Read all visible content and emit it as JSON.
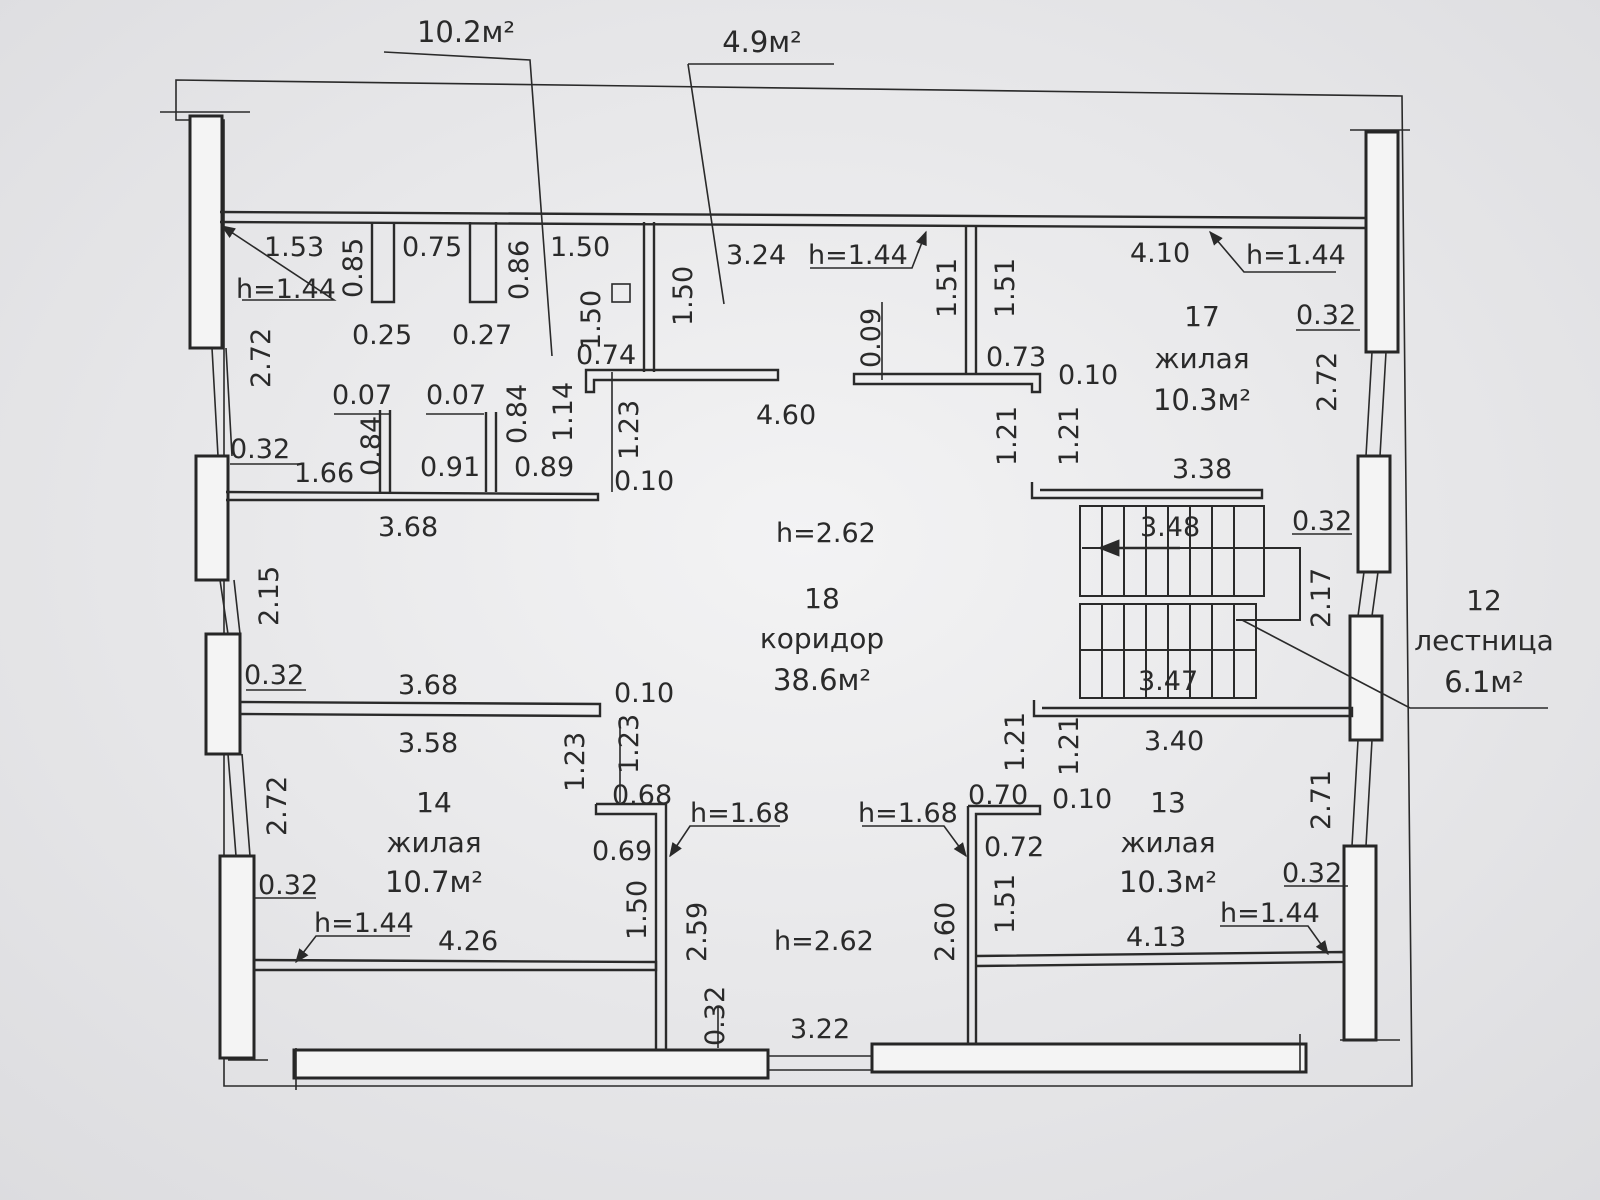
{
  "rooms": {
    "top_left_area": "10.2м²",
    "top_right_area": "4.9м²",
    "room17": {
      "number": "17",
      "name": "жилая",
      "area": "10.3м²"
    },
    "room12": {
      "number": "12",
      "name": "лестница",
      "area": "6.1м²"
    },
    "room18": {
      "number": "18",
      "name": "коридор",
      "area": "38.6м²"
    },
    "room14": {
      "number": "14",
      "name": "жилая",
      "area": "10.7м²"
    },
    "room13": {
      "number": "13",
      "name": "жилая",
      "area": "10.3м²"
    }
  },
  "heights": {
    "h144": "h=1.44",
    "h262": "h=2.62",
    "h168": "h=1.68"
  },
  "dims": {
    "d153": "1.53",
    "d085": "0.85",
    "d075": "0.75",
    "d086": "0.86",
    "d150a": "1.50",
    "d150b": "1.50",
    "d150c": "1.50",
    "d324": "3.24",
    "d151a": "1.51",
    "d151b": "1.51",
    "d410": "4.10",
    "d025": "0.25",
    "d027": "0.27",
    "d074": "0.74",
    "d009": "0.09",
    "d073": "0.73",
    "d010a": "0.10",
    "d032a": "0.32",
    "d272a": "2.72",
    "d272b": "2.72",
    "d007a": "0.07",
    "d007b": "0.07",
    "d084a": "0.84",
    "d084b": "0.84",
    "d114": "1.14",
    "d123a": "1.23",
    "d460": "4.60",
    "d121a": "1.21",
    "d121b": "1.21",
    "d032b": "0.32",
    "d166": "1.66",
    "d091": "0.91",
    "d089": "0.89",
    "d010b": "0.10",
    "d338": "3.38",
    "d368a": "3.68",
    "d348": "3.48",
    "d032c": "0.32",
    "d215": "2.15",
    "d217": "2.17",
    "d032d": "0.32",
    "d368b": "3.68",
    "d010c": "0.10",
    "d347": "3.47",
    "d358": "3.58",
    "d123b": "1.23",
    "d123c": "1.23",
    "d121c": "1.21",
    "d121d": "1.21",
    "d340": "3.40",
    "d068": "0.68",
    "d070": "0.70",
    "d010d": "0.10",
    "d271": "2.71",
    "d069": "0.69",
    "d072": "0.72",
    "d032e": "0.32",
    "d032f": "0.32",
    "d426": "4.26",
    "d259": "2.59",
    "d260": "2.60",
    "d151c": "1.51",
    "d413": "4.13",
    "d032g": "0.32",
    "d322": "3.22",
    "d150d": "1.50"
  }
}
